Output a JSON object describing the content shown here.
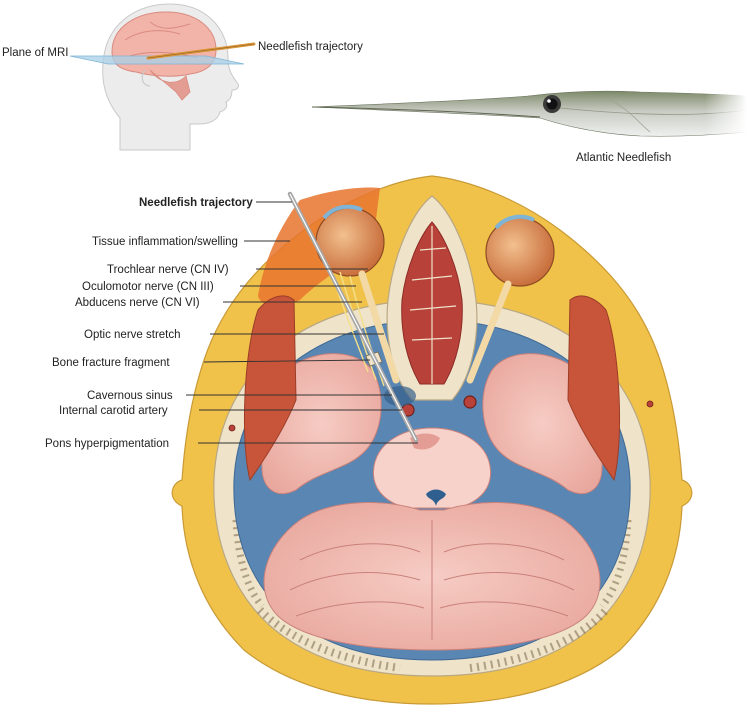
{
  "inset": {
    "plane_label": "Plane of MRI",
    "trajectory_label": "Needlefish trajectory"
  },
  "fish": {
    "caption": "Atlantic Needlefish"
  },
  "callouts": [
    {
      "label": "Needlefish trajectory",
      "bold": true
    },
    {
      "label": "Tissue inflammation/swelling",
      "bold": false
    },
    {
      "label": "Trochlear nerve (CN IV)",
      "bold": false
    },
    {
      "label": "Oculomotor nerve (CN III)",
      "bold": false
    },
    {
      "label": "Abducens nerve (CN VI)",
      "bold": false
    },
    {
      "label": "Optic nerve stretch",
      "bold": false
    },
    {
      "label": "Bone fracture fragment",
      "bold": false
    },
    {
      "label": "Cavernous sinus",
      "bold": false
    },
    {
      "label": "Internal carotid artery",
      "bold": false
    },
    {
      "label": "Pons hyperpigmentation",
      "bold": false
    }
  ],
  "colors": {
    "fat": "#f0c24a",
    "skin": "#e9a95a",
    "bone": "#efe3c9",
    "brain": "#f2b9b0",
    "csf": "#5a86b3",
    "muscle": "#c8553a",
    "sinus_red": "#b8413a",
    "inflammation": "#e8742e",
    "plane": "#a8d0e8",
    "needle": "#d9963a"
  }
}
